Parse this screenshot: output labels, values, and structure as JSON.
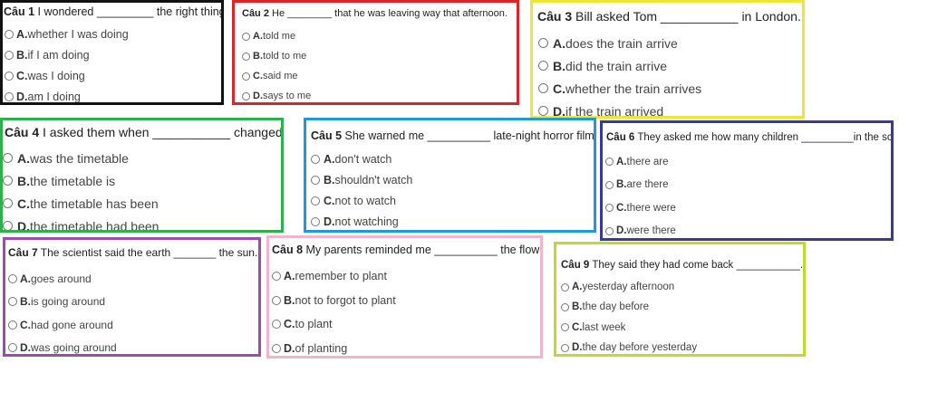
{
  "questions": [
    {
      "label": "Câu 1",
      "stem": " I wondered _________ the right thing.",
      "border_color": "#111111",
      "options": [
        {
          "letter": "A.",
          "text": " whether I was doing"
        },
        {
          "letter": "B.",
          "text": " if I am doing"
        },
        {
          "letter": "C.",
          "text": " was I doing"
        },
        {
          "letter": "D.",
          "text": " am I doing"
        }
      ]
    },
    {
      "label": "Câu 2",
      "stem": " He ________ that he was leaving way that afternoon.",
      "border_color": "#d9262a",
      "options": [
        {
          "letter": "A.",
          "text": " told me"
        },
        {
          "letter": "B.",
          "text": " told to me"
        },
        {
          "letter": "C.",
          "text": " said me"
        },
        {
          "letter": "D.",
          "text": " says to me"
        }
      ]
    },
    {
      "label": "Câu 3",
      "stem": "  Bill asked Tom ___________ in London.",
      "border_color": "#ece63a",
      "options": [
        {
          "letter": "A.",
          "text": " does the train arrive"
        },
        {
          "letter": "B.",
          "text": " did the train arrive"
        },
        {
          "letter": "C.",
          "text": " whether the train arrives"
        },
        {
          "letter": "D.",
          "text": " if the train arrived"
        }
      ]
    },
    {
      "label": "Câu 4",
      "stem": "  I asked them when ___________ changed.",
      "border_color": "#2eb04e",
      "options": [
        {
          "letter": "A.",
          "text": " was the timetable"
        },
        {
          "letter": "B.",
          "text": " the timetable is"
        },
        {
          "letter": "C.",
          "text": " the timetable has been"
        },
        {
          "letter": "D.",
          "text": " the timetable had been"
        }
      ]
    },
    {
      "label": "Câu 5",
      "stem": "  She warned me __________ late-night horror film.",
      "border_color": "#1e9ad6",
      "options": [
        {
          "letter": "A.",
          "text": " don't watch"
        },
        {
          "letter": "B.",
          "text": " shouldn't watch"
        },
        {
          "letter": "C.",
          "text": " not to watch"
        },
        {
          "letter": "D.",
          "text": " not watching"
        }
      ]
    },
    {
      "label": "Câu 6",
      "stem": "  They asked me how many children _________in the school.",
      "border_color": "#363a9a",
      "options": [
        {
          "letter": "A.",
          "text": " there are"
        },
        {
          "letter": "B.",
          "text": " are there"
        },
        {
          "letter": "C.",
          "text": " there were"
        },
        {
          "letter": "D.",
          "text": " were there"
        }
      ]
    },
    {
      "label": "Câu 7",
      "stem": "  The scientist said the earth _______ the sun.",
      "border_color": "#9a4eab",
      "options": [
        {
          "letter": "A.",
          "text": " goes around"
        },
        {
          "letter": "B.",
          "text": " is going around"
        },
        {
          "letter": "C.",
          "text": " had gone around"
        },
        {
          "letter": "D.",
          "text": " was going around"
        }
      ]
    },
    {
      "label": "Câu 8",
      "stem": "  My parents reminded me __________ the flowers.",
      "border_color": "#f2b6cc",
      "options": [
        {
          "letter": "A.",
          "text": " remember to plant"
        },
        {
          "letter": "B.",
          "text": " not to forgot to plant"
        },
        {
          "letter": "C.",
          "text": " to plant"
        },
        {
          "letter": "D.",
          "text": " of planting"
        }
      ]
    },
    {
      "label": "Câu 9",
      "stem": "  They said they had come back ___________.",
      "border_color": "#bcdb2e",
      "options": [
        {
          "letter": "A.",
          "text": " yesterday afternoon"
        },
        {
          "letter": "B.",
          "text": " the day before"
        },
        {
          "letter": "C.",
          "text": " last week"
        },
        {
          "letter": "D.",
          "text": " the day before yesterday"
        }
      ]
    }
  ]
}
